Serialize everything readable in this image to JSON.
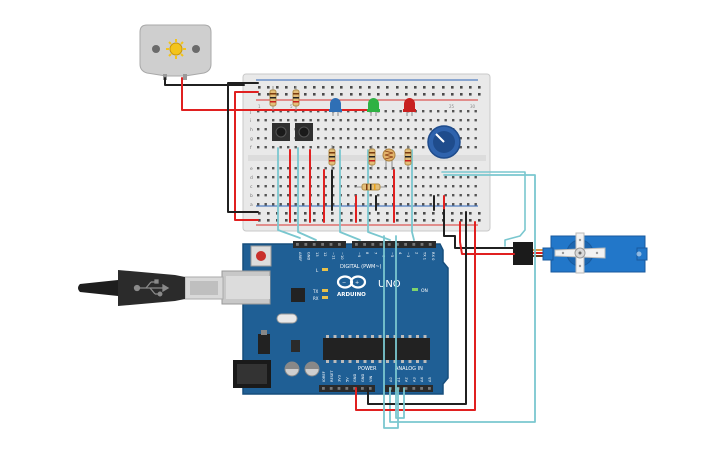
{
  "colors": {
    "board": "#1f5f95",
    "board_edge": "#174e7d",
    "breadboard": "#e8e8e8",
    "rail_red": "#d9322e",
    "rail_blue": "#2a63b8",
    "wire_black": "#202020",
    "wire_red": "#e02020",
    "wire_teal": "#7ac7cf",
    "led_blue": "#2f6fb5",
    "led_green": "#2fb143",
    "led_red": "#c8201f",
    "servo": "#2277c9"
  },
  "arduino": {
    "brand": "ARDUINO",
    "model": "UNO",
    "digital_label": "DIGITAL (PWM~)",
    "power_label": "POWER",
    "analog_label": "ANALOG IN",
    "on_label": "ON",
    "l_label": "L",
    "tx_label": "TX",
    "rx_label": "RX",
    "top_pins": [
      "AREF",
      "GND",
      "13",
      "12",
      "~11",
      "~10",
      "~9",
      "8",
      "7",
      "~6",
      "~5",
      "4",
      "~3",
      "2",
      "TX 1",
      "RX 0"
    ],
    "power_pins": [
      "IOREF",
      "RESET",
      "3V3",
      "5V",
      "GND",
      "GND",
      "VIN"
    ],
    "analog_pins": [
      "A0",
      "A1",
      "A2",
      "A3",
      "A4",
      "A5"
    ]
  },
  "breadboard": {
    "row_letters_top": [
      "j",
      "i",
      "h",
      "g",
      "f"
    ],
    "row_letters_bottom": [
      "e",
      "d",
      "c",
      "b",
      "a"
    ],
    "col_numbers": [
      "1",
      "5",
      "10",
      "15",
      "20",
      "25",
      "30"
    ]
  },
  "components": {
    "motor_icon": "dc-motor-icon",
    "usb_icon": "usb-cable-icon",
    "servo_icon": "micro-servo-icon",
    "potentiometer_icon": "potentiometer-icon",
    "photoresistor_icon": "photoresistor-icon"
  }
}
